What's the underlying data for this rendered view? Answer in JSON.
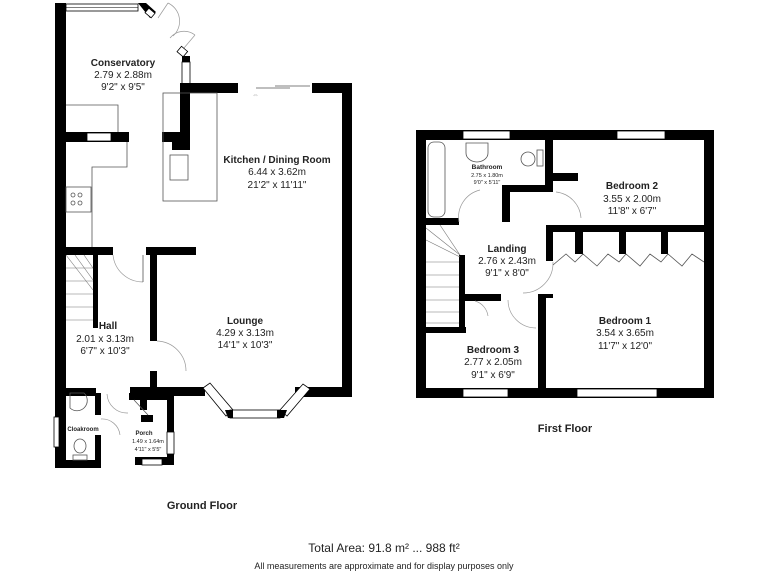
{
  "ground_floor": {
    "label": "Ground Floor",
    "rooms": [
      {
        "name": "Conservatory",
        "metric": "2.79 x 2.88m",
        "imperial": "9'2\" x 9'5\""
      },
      {
        "name": "Kitchen / Dining Room",
        "metric": "6.44 x 3.62m",
        "imperial": "21'2\" x 11'11\""
      },
      {
        "name": "Hall",
        "metric": "2.01 x 3.13m",
        "imperial": "6'7\" x 10'3\""
      },
      {
        "name": "Lounge",
        "metric": "4.29 x 3.13m",
        "imperial": "14'1\" x 10'3\""
      },
      {
        "name": "Cloakroom"
      },
      {
        "name": "Porch",
        "metric": "1.49 x 1.64m",
        "imperial": "4'11\" x 5'5\""
      }
    ]
  },
  "first_floor": {
    "label": "First Floor",
    "rooms": [
      {
        "name": "Bathroom",
        "metric": "2.75 x 1.80m",
        "imperial": "9'0\" x 5'11\""
      },
      {
        "name": "Bedroom 2",
        "metric": "3.55 x 2.00m",
        "imperial": "11'8\" x 6'7\""
      },
      {
        "name": "Landing",
        "metric": "2.76 x 2.43m",
        "imperial": "9'1\" x 8'0\""
      },
      {
        "name": "Bedroom 1",
        "metric": "3.54 x 3.65m",
        "imperial": "11'7\" x 12'0\""
      },
      {
        "name": "Bedroom 3",
        "metric": "2.77 x 2.05m",
        "imperial": "9'1\" x 6'9\""
      }
    ]
  },
  "footer": {
    "total_area": "Total Area: 91.8 m² ... 988 ft²",
    "disclaimer": "All measurements are approximate and for display purposes only"
  }
}
